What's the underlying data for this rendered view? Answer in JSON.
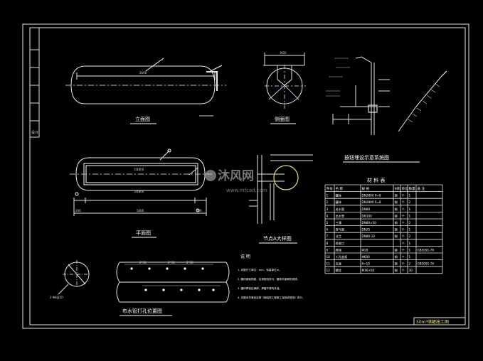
{
  "drawing": {
    "views": {
      "front": "立面图",
      "side": "侧面图",
      "plan": "平面图",
      "node": "节点A大样图",
      "perforation": "布水管打孔位置图",
      "piping": "按钮埋设示意系统图"
    },
    "notes": {
      "title": "说 明",
      "items": [
        "1. 本图尺寸单位：mm，标高单位m。",
        "2. 罐体钢板防腐，应按规范执行，罐体外部刷防锈漆。",
        "3. 罐体焊接应满焊，焊缝不得有夹渣。",
        "4. 本图未尽事宜应按《钢结构工程施工及验收规范》执行。"
      ]
    },
    "materials": {
      "title": "材 料 表",
      "headers": [
        "序号",
        "名 称",
        "规 格",
        "材料",
        "单位",
        "数量",
        "备 注"
      ],
      "rows": [
        [
          "1",
          "罐体",
          "DN2800 δ=8",
          "钢",
          "个",
          "1",
          ""
        ],
        [
          "2",
          "罐体",
          "DN2800 δ=8",
          "钢",
          "个",
          "2",
          ""
        ],
        [
          "3",
          "进水管",
          "DN80",
          "钢",
          "个",
          "1",
          ""
        ],
        [
          "4",
          "出水管",
          "DN100",
          "钢",
          "个",
          "1",
          ""
        ],
        [
          "5",
          "三通",
          "DN80×50",
          "钢",
          "个",
          "2",
          ""
        ],
        [
          "6",
          "排气管",
          "DN25",
          "钢",
          "个",
          "1",
          ""
        ],
        [
          "7",
          "法兰",
          "DN80-10",
          "钢",
          "个",
          "2",
          ""
        ],
        [
          "8",
          "检查口",
          "",
          "",
          "个",
          "1",
          ""
        ],
        [
          "9",
          "爬梯",
          "Φ18",
          "钢",
          "个",
          "1",
          "GB3091-76"
        ],
        [
          "10",
          "人孔盖板",
          "Φ600",
          "钢",
          "个",
          "1",
          ""
        ],
        [
          "11",
          "支座",
          "δ=10",
          "钢",
          "个",
          "2",
          "GB3091-76"
        ],
        [
          "12",
          "螺栓",
          "M16×60",
          "钢",
          "个",
          "30",
          ""
        ]
      ]
    },
    "dimensions": {
      "front_length": "3600",
      "plan_inner": "D4800",
      "plan_inner2": "D4800",
      "plan_total": "5600",
      "plan_left": "200",
      "plan_right": "200",
      "side_top": "M20",
      "hole_1": "2*50",
      "hole_2": "2*50",
      "hole_3": "2*50",
      "circle_note": "2-Φ8@50"
    },
    "title_block": {
      "text": "50m³储罐施工图"
    },
    "watermark": {
      "brand": "沐风网",
      "url": "www.mfcad.com"
    },
    "side_label": "设计"
  }
}
